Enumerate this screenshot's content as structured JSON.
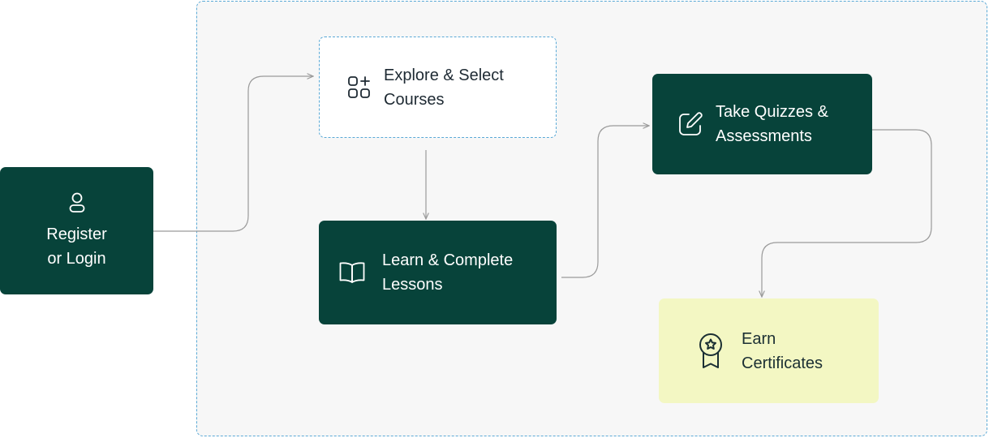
{
  "diagram": {
    "nodes": [
      {
        "id": "register",
        "label": "Register\nor Login",
        "icon": "user-icon",
        "color": "#07433a"
      },
      {
        "id": "explore",
        "label": "Explore & Select\nCourses",
        "icon": "grid-plus-icon",
        "color": "#ffffff"
      },
      {
        "id": "learn",
        "label": "Learn & Complete\nLessons",
        "icon": "book-open-icon",
        "color": "#07433a"
      },
      {
        "id": "quiz",
        "label": "Take Quizzes &\nAssessments",
        "icon": "edit-square-icon",
        "color": "#07433a"
      },
      {
        "id": "cert",
        "label": "Earn\nCertificates",
        "icon": "award-badge-icon",
        "color": "#f3f7c3"
      }
    ],
    "edges": [
      {
        "from": "register",
        "to": "explore"
      },
      {
        "from": "explore",
        "to": "learn"
      },
      {
        "from": "learn",
        "to": "quiz"
      },
      {
        "from": "quiz",
        "to": "cert"
      }
    ],
    "colors": {
      "dark_node": "#07433a",
      "highlight_node": "#f3f7c3",
      "dashed_border": "#5aa9d6",
      "connector": "#9a9a9a",
      "region_background": "#f7f7f7"
    }
  }
}
